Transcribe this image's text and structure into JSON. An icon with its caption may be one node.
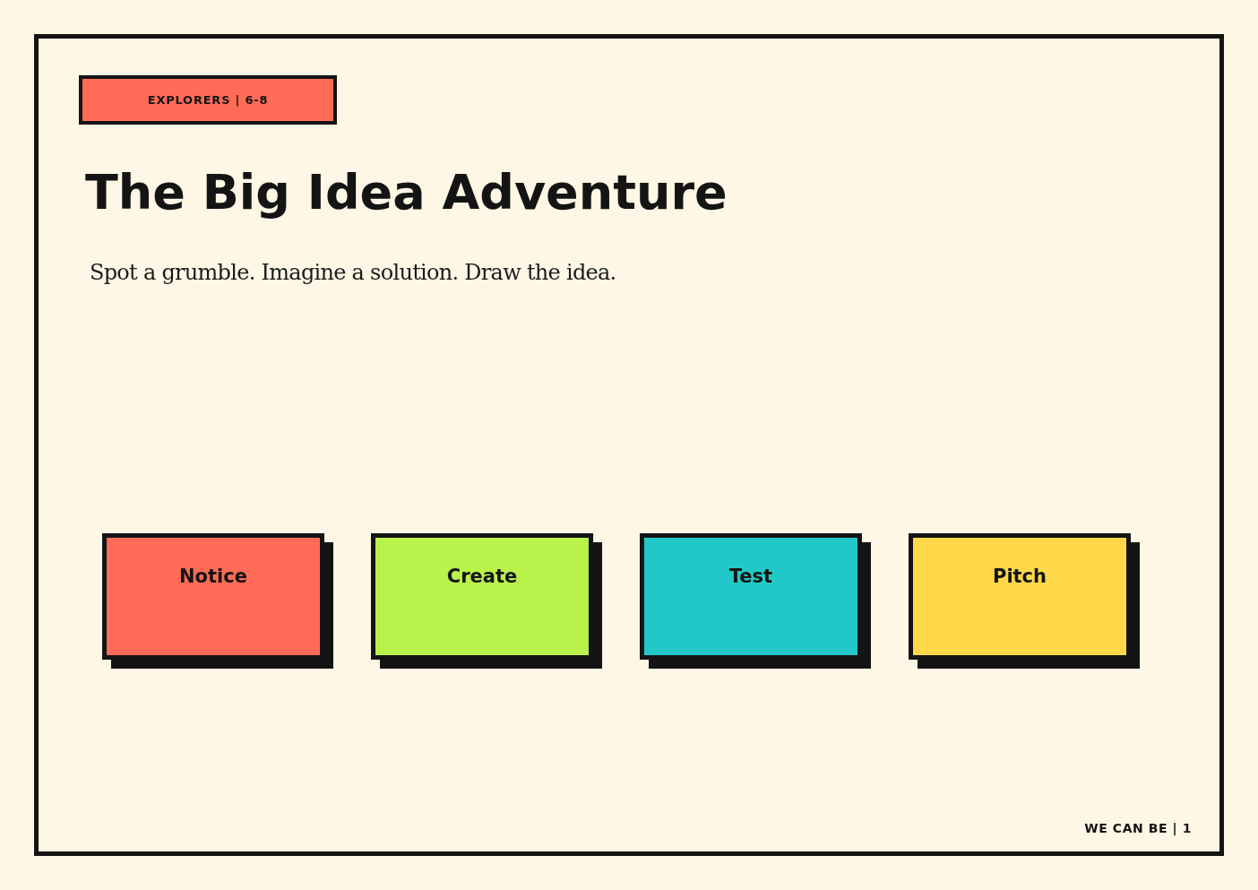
{
  "diagram": {
    "title": "The Big Idea Adventure",
    "nodes": [
      {
        "text": [
          "EXPLORERS | 6-8"
        ]
      },
      {
        "text": [
          "Notice"
        ]
      },
      {
        "text": [
          "Create"
        ]
      },
      {
        "text": [
          "Test"
        ]
      },
      {
        "text": [
          "Pitch"
        ]
      }
    ],
    "labels": [
      "Spot a grumble. Imagine a solution. Draw the idea.",
      "WE CAN BE | 1"
    ]
  }
}
